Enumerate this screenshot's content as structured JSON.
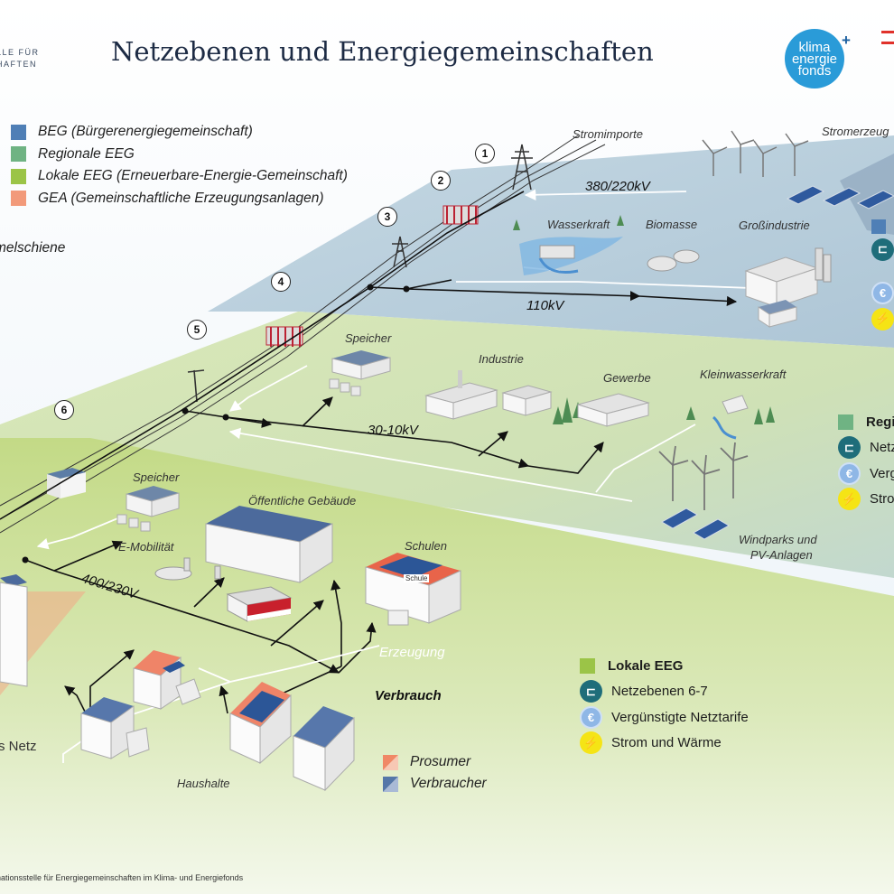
{
  "title": "Netzebenen und Energiegemeinschaften",
  "org_top": [
    "LLE FÜR",
    "HAFTEN"
  ],
  "logo": {
    "lines": [
      "klima",
      "energie",
      "fonds"
    ],
    "plus": "+"
  },
  "legend": [
    {
      "label": "BEG (Bürgerenergiegemeinschaft)",
      "color": "#4f7fb6"
    },
    {
      "label": "Regionale EEG",
      "color": "#6fb383"
    },
    {
      "label": "Lokale EEG (Erneuerbare-Energie-Gemeinschaft)",
      "color": "#9bc447"
    },
    {
      "label": "GEA (Gemeinschaftliche Erzeugungsanlagen)",
      "color": "#f29a7a"
    }
  ],
  "sammelschiene": "melschiene",
  "voltages": {
    "v380": "380/220kV",
    "v110": "110kV",
    "v30": "30-10kV",
    "v400": "400/230V"
  },
  "labels": {
    "stromimporte": "Stromimporte",
    "stromerzeugung": "Stromerzeug",
    "wasserkraft": "Wasserkraft",
    "biomasse": "Biomasse",
    "grossindustrie": "Großindustrie",
    "speicher1": "Speicher",
    "industrie": "Industrie",
    "gewerbe": "Gewerbe",
    "kleinwasserkraft": "Kleinwasserkraft",
    "windparks": [
      "Windparks und",
      "PV-Anlagen"
    ],
    "speicher2": "Speicher",
    "oeffentlich": "Öffentliche Gebäude",
    "emobilitaet": "E-Mobilität",
    "schulen": "Schulen",
    "schule_sign": "Schule",
    "erzeugung": "Erzeugung",
    "verbrauch": "Verbrauch",
    "haushalte": "Haushalte",
    "netz": "s Netz"
  },
  "numbers": [
    "1",
    "2",
    "3",
    "4",
    "5",
    "6"
  ],
  "panel_beg": {
    "items": [
      {
        "icon": "power-plug-icon",
        "text": ""
      },
      {
        "icon": "euro-icon",
        "text": ""
      },
      {
        "icon": "lightning-icon",
        "text": ""
      }
    ]
  },
  "panel_regional": {
    "title": "Regi",
    "items": [
      {
        "icon": "power-plug-icon",
        "text": "Netz"
      },
      {
        "icon": "euro-icon",
        "text": "Verg"
      },
      {
        "icon": "lightning-icon",
        "text": "Strom"
      }
    ]
  },
  "panel_lokal": {
    "title": "Lokale EEG",
    "items": [
      {
        "icon": "power-plug-icon",
        "text": "Netzebenen 6-7"
      },
      {
        "icon": "euro-icon",
        "text": "Vergünstigte Netztarife"
      },
      {
        "icon": "lightning-icon",
        "text": "Strom und Wärme"
      }
    ]
  },
  "prosumer_legend": [
    {
      "label": "Prosumer",
      "color": "#f08866"
    },
    {
      "label": "Verbraucher",
      "color": "#5577a8"
    }
  ],
  "footer": "nationsstelle für Energiegemeinschaften im Klima- und Energiefonds"
}
